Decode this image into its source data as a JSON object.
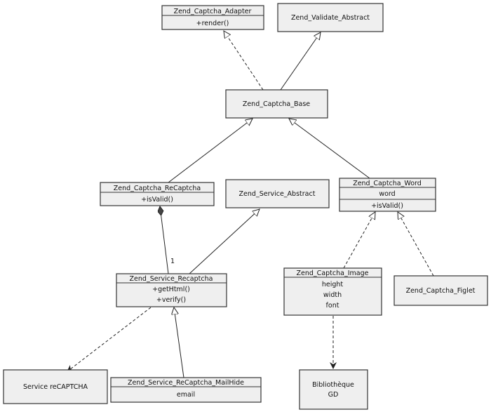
{
  "classes": {
    "adapter": {
      "name": "Zend_Captcha_Adapter",
      "members": [
        "+render()"
      ]
    },
    "validate_abstract": {
      "name": "Zend_Validate_Abstract"
    },
    "base": {
      "name": "Zend_Captcha_Base"
    },
    "recaptcha": {
      "name": "Zend_Captcha_ReCaptcha",
      "members": [
        "+isValid()"
      ]
    },
    "service_abstract": {
      "name": "Zend_Service_Abstract"
    },
    "word": {
      "name": "Zend_Captcha_Word",
      "attributes": [
        "word"
      ],
      "members": [
        "+isValid()"
      ]
    },
    "service_recaptcha": {
      "name": "Zend_Service_Recaptcha",
      "members": [
        "+getHtml()",
        "+verify()"
      ]
    },
    "image": {
      "name": "Zend_Captcha_Image",
      "attributes": [
        "height",
        "width",
        "font"
      ]
    },
    "figlet": {
      "name": "Zend_Captcha_Figlet"
    },
    "service_external": {
      "name": "Service reCAPTCHA"
    },
    "mailhide": {
      "name": "Zend_Service_ReCaptcha_MailHide",
      "attributes": [
        "email"
      ]
    },
    "gd": {
      "name_line1": "Bibliothèque",
      "name_line2": "GD"
    }
  },
  "labels": {
    "multiplicity": "1"
  }
}
